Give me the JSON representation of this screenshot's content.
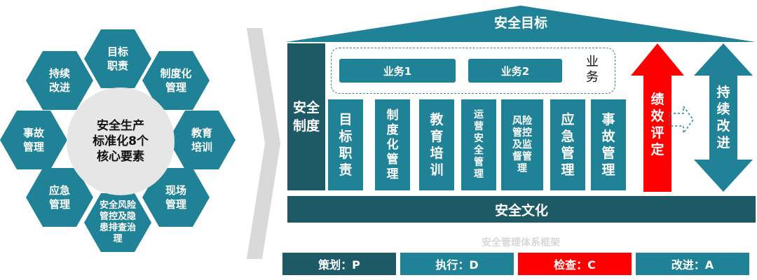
{
  "left": {
    "center": "安全生产\n标准化8个\n核心要素",
    "hexagons": [
      {
        "label": "目标\n职责"
      },
      {
        "label": "制度化\n管理"
      },
      {
        "label": "教育\n培训"
      },
      {
        "label": "现场\n管理"
      },
      {
        "label": "安全风险\n管控及隐\n患排查治\n理"
      },
      {
        "label": "应急\n管理"
      },
      {
        "label": "事故\n管理"
      },
      {
        "label": "持续\n改进"
      }
    ]
  },
  "right": {
    "roof_title": "安全目标",
    "left_pillar": "安全\n制度",
    "business": [
      {
        "label": "业务1"
      },
      {
        "label": "业务2"
      }
    ],
    "business_third": "业\n务",
    "columns": [
      {
        "label": "目\n标\n职\n责"
      },
      {
        "label": "制\n度\n化\n管\n理"
      },
      {
        "label": "教\n育\n培\n训"
      },
      {
        "label": "运\n营\n安\n全\n管\n理"
      },
      {
        "label": "风险\n管控\n及监\n督管\n理"
      },
      {
        "label": "应\n急\n管\n理"
      },
      {
        "label": "事\n故\n管\n理"
      }
    ],
    "performance": "绩\n效\n评\n定",
    "improve": "持\n续\n改\n进",
    "culture": "安全文化",
    "caption": "安全管理体系框架"
  },
  "pdca": [
    {
      "label": "策划：P",
      "color": "#1e5a66"
    },
    {
      "label": "执行：D",
      "color": "#1f8296"
    },
    {
      "label": "检查：C",
      "color": "#ff0000"
    },
    {
      "label": "改进：A",
      "color": "#1f8296"
    }
  ],
  "colors": {
    "teal": "#1f8296",
    "dark_teal": "#1e5a66",
    "red": "#ff0000"
  }
}
